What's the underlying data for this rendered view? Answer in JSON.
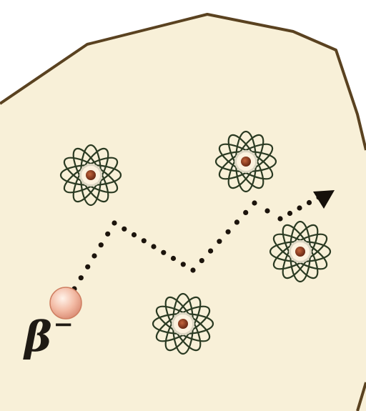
{
  "diagram": {
    "particle_symbol": "β",
    "particle_charge": "−",
    "colors": {
      "background": "#f8f0d8",
      "outline": "#5a4220",
      "path_dots": "#1c140c",
      "electron_orbits": "#2a3a22",
      "nucleus": "#7a3018",
      "particle_fill": "#f0b9a4",
      "arrowhead": "#15100a"
    },
    "atoms": [
      {
        "name": "atom-1"
      },
      {
        "name": "atom-2"
      },
      {
        "name": "atom-3"
      },
      {
        "name": "atom-4"
      }
    ]
  }
}
